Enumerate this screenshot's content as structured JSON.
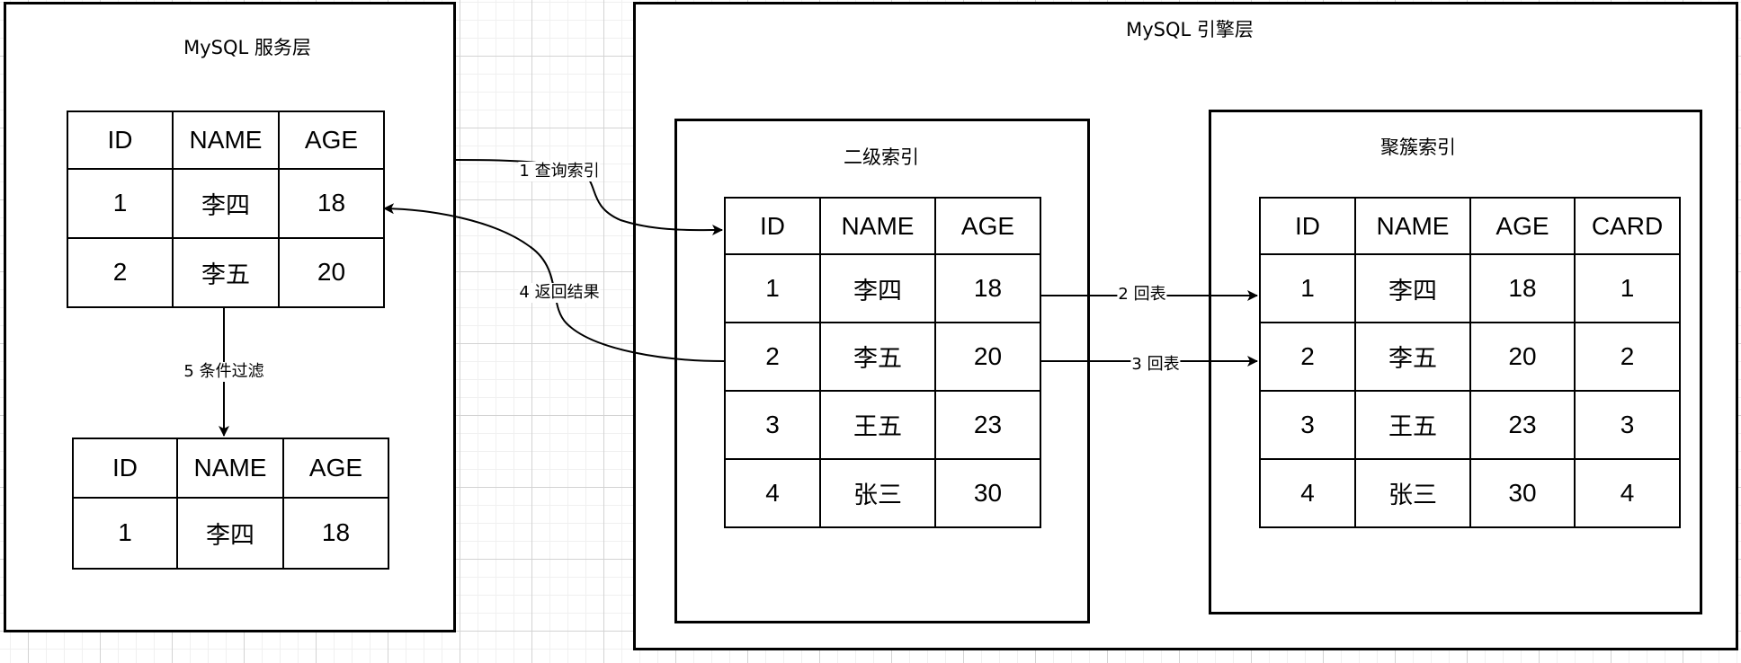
{
  "server_layer": {
    "title": "MySQL 服务层",
    "result_table": {
      "headers": [
        "ID",
        "NAME",
        "AGE"
      ],
      "rows": [
        [
          "1",
          "李四",
          "18"
        ],
        [
          "2",
          "李五",
          "20"
        ]
      ]
    },
    "filtered_table": {
      "headers": [
        "ID",
        "NAME",
        "AGE"
      ],
      "rows": [
        [
          "1",
          "李四",
          "18"
        ]
      ]
    }
  },
  "engine_layer": {
    "title": "MySQL 引擎层",
    "secondary_index": {
      "title": "二级索引",
      "headers": [
        "ID",
        "NAME",
        "AGE"
      ],
      "rows": [
        [
          "1",
          "李四",
          "18"
        ],
        [
          "2",
          "李五",
          "20"
        ],
        [
          "3",
          "王五",
          "23"
        ],
        [
          "4",
          "张三",
          "30"
        ]
      ]
    },
    "clustered_index": {
      "title": "聚簇索引",
      "headers": [
        "ID",
        "NAME",
        "AGE",
        "CARD"
      ],
      "rows": [
        [
          "1",
          "李四",
          "18",
          "1"
        ],
        [
          "2",
          "李五",
          "20",
          "2"
        ],
        [
          "3",
          "王五",
          "23",
          "3"
        ],
        [
          "4",
          "张三",
          "30",
          "4"
        ]
      ]
    }
  },
  "edges": {
    "step1": "1 查询索引",
    "step2": "2 回表",
    "step3": "3 回表",
    "step4": "4 返回结果",
    "step5": "5 条件过滤"
  }
}
